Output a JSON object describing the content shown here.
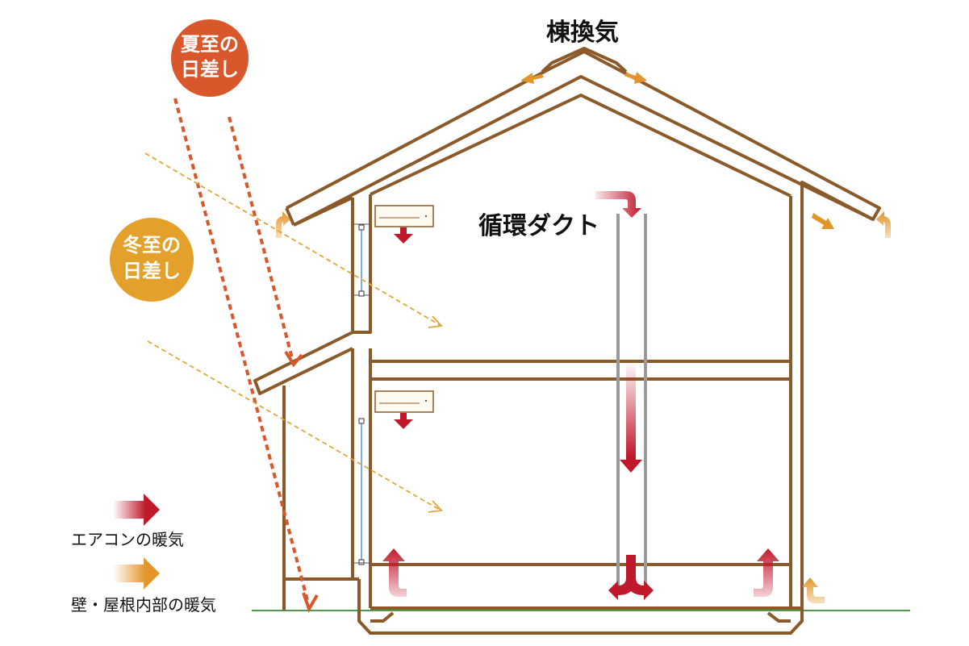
{
  "labels": {
    "roof_vent": "棟換気",
    "duct": "循環ダクト",
    "summer_sun_line1": "夏至の",
    "summer_sun_line2": "日差し",
    "winter_sun_line1": "冬至の",
    "winter_sun_line2": "日差し"
  },
  "legend": {
    "ac_heat": "エアコンの暖気",
    "wall_heat": "壁・屋根内部の暖気"
  },
  "colors": {
    "structure": "#8b5a2b",
    "summer_badge": "#d8582b",
    "winter_badge": "#e3a02a",
    "summer_ray": "#d8582b",
    "winter_ray": "#e0a63a",
    "ac_arrow": "#c0192c",
    "wall_arrow": "#e3952a",
    "duct": "#9a9a9a",
    "ground": "#4f9a4f",
    "window_blue": "#5b8fd8"
  },
  "icons": [
    "air-conditioner-icon",
    "arrow-icon",
    "sun-badge"
  ]
}
